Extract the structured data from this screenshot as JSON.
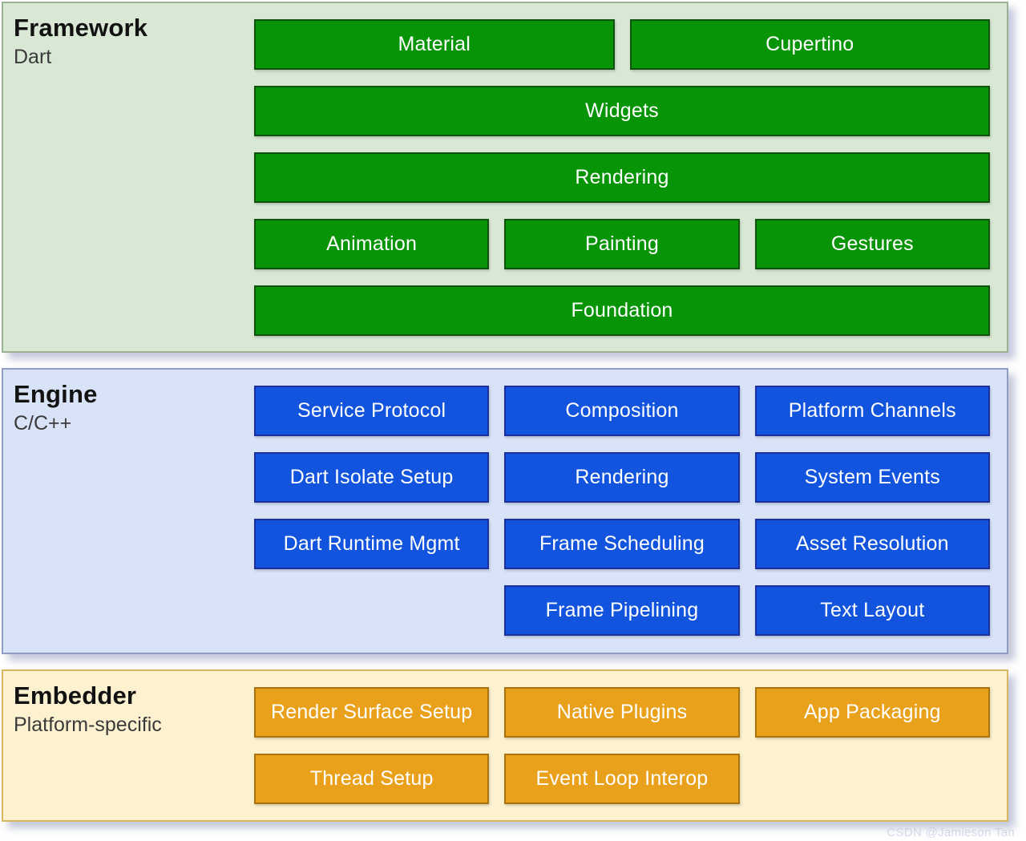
{
  "diagram": {
    "title": "Flutter architecture layers diagram",
    "colors": {
      "framework_panel_bg": "#d9e8d4",
      "framework_panel_border": "#9bb193",
      "framework_box_bg": "#079407",
      "framework_box_border": "#0e520e",
      "engine_panel_bg": "#d9e3f8",
      "engine_panel_border": "#8e9dc1",
      "engine_box_bg": "#1254dd",
      "engine_box_border": "#1c2f9c",
      "embedder_panel_bg": "#fdf2d0",
      "embedder_panel_border": "#d8b65e",
      "embedder_box_bg": "#e9a01b",
      "embedder_box_border": "#a9730f",
      "box_text": "#ffffff",
      "title_text": "#121212",
      "subtitle_text": "#3a3a3a"
    },
    "layers": [
      {
        "id": "framework",
        "title": "Framework",
        "subtitle": "Dart",
        "boxes": [
          {
            "label": "Material",
            "span": "span-3"
          },
          {
            "label": "Cupertino",
            "span": "span-3"
          },
          {
            "label": "Widgets",
            "span": "span-6"
          },
          {
            "label": "Rendering",
            "span": "span-6"
          },
          {
            "label": "Animation",
            "span": "span-2"
          },
          {
            "label": "Painting",
            "span": "span-2"
          },
          {
            "label": "Gestures",
            "span": "span-2"
          },
          {
            "label": "Foundation",
            "span": "span-6"
          }
        ]
      },
      {
        "id": "engine",
        "title": "Engine",
        "subtitle": "C/C++",
        "boxes": [
          {
            "label": "Service Protocol",
            "span": "span-2"
          },
          {
            "label": "Composition",
            "span": "span-2"
          },
          {
            "label": "Platform Channels",
            "span": "span-2"
          },
          {
            "label": "Dart Isolate Setup",
            "span": "span-2"
          },
          {
            "label": "Rendering",
            "span": "span-2"
          },
          {
            "label": "System Events",
            "span": "span-2"
          },
          {
            "label": "Dart Runtime Mgmt",
            "span": "span-2"
          },
          {
            "label": "Frame Scheduling",
            "span": "span-2"
          },
          {
            "label": "Asset Resolution",
            "span": "span-2"
          },
          {
            "label": "Frame Pipelining",
            "span": "start-3"
          },
          {
            "label": "Text Layout",
            "span": "start-5"
          }
        ]
      },
      {
        "id": "embedder",
        "title": "Embedder",
        "subtitle": "Platform-specific",
        "boxes": [
          {
            "label": "Render Surface Setup",
            "span": "span-2"
          },
          {
            "label": "Native Plugins",
            "span": "span-2"
          },
          {
            "label": "App Packaging",
            "span": "span-2"
          },
          {
            "label": "Thread Setup",
            "span": "span-2"
          },
          {
            "label": "Event Loop Interop",
            "span": "span-2"
          }
        ]
      }
    ],
    "watermark": "CSDN @Jamieson Tan"
  }
}
